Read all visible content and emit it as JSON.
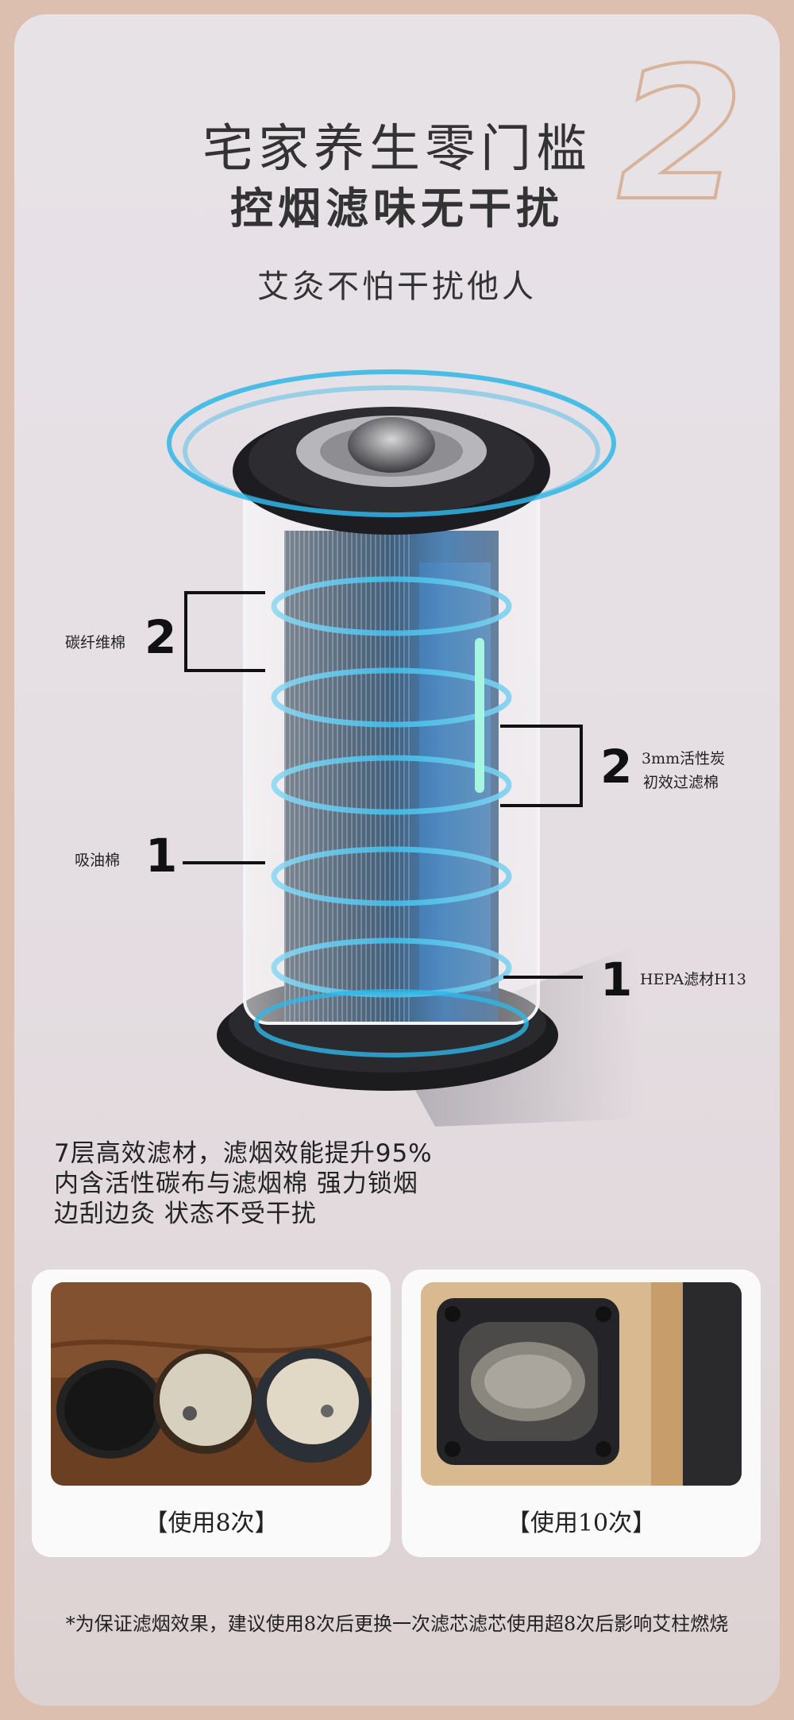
{
  "header": {
    "number": "2",
    "title": "宅家养生零门槛",
    "subtitle": "控烟滤味无干扰",
    "tagline": "艾灸不怕干扰他人"
  },
  "layers": [
    {
      "num": "2",
      "label": "碳纤维棉"
    },
    {
      "num": "1",
      "label": "吸油棉"
    },
    {
      "num": "2",
      "label_line1": "3mm活性炭",
      "label_line2": "初效过滤棉"
    },
    {
      "num": "1",
      "label": "HEPA滤材H13"
    }
  ],
  "description": {
    "line1": "7层高效滤材，滤烟效能提升95%",
    "line2": "内含活性碳布与滤烟棉 强力锁烟",
    "line3": "边刮边灸 状态不受干扰"
  },
  "photos": [
    {
      "caption": "【使用8次】"
    },
    {
      "caption": "【使用10次】"
    }
  ],
  "footnote": "*为保证滤烟效果，建议使用8次后更换一次滤芯滤芯使用超8次后影响艾柱燃烧",
  "colors": {
    "accent_ring": "#2fb7e8",
    "number_outline": "#d8b39b",
    "background": "#e6e0e5"
  }
}
